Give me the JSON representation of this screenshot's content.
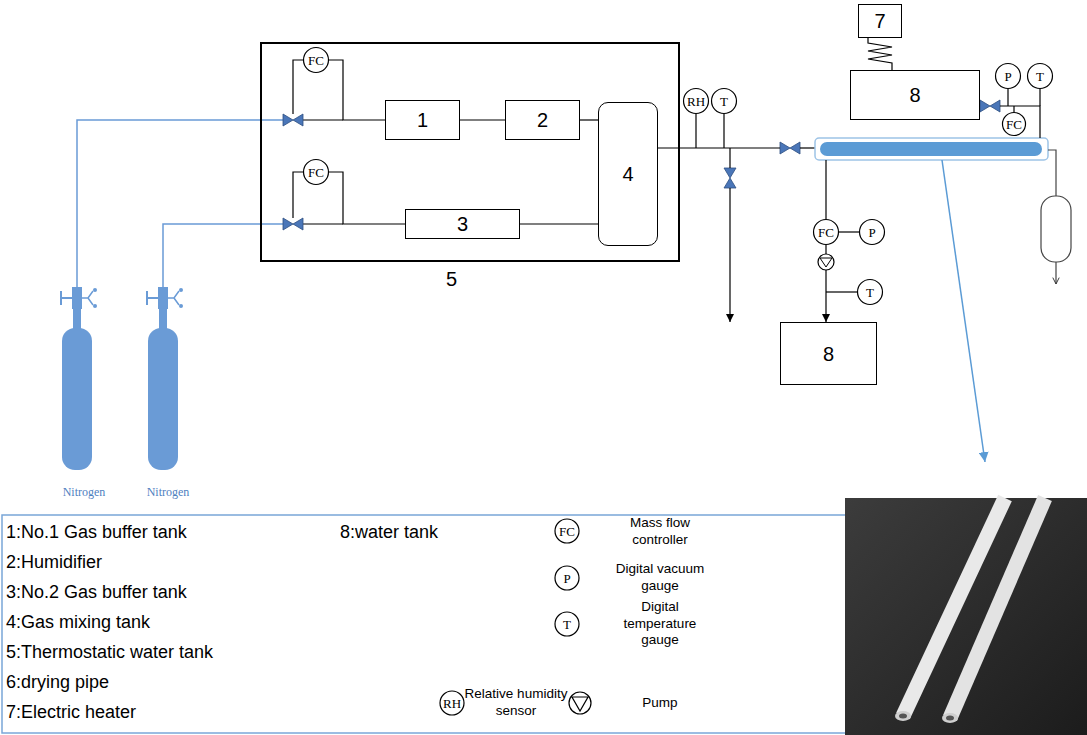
{
  "diagram": {
    "nodes": [
      {
        "text": [
          "5"
        ]
      },
      {
        "text": [
          "FC"
        ],
        "in": 0
      },
      {
        "text": [
          "1"
        ],
        "in": 0
      },
      {
        "text": [
          "2"
        ],
        "in": 0
      },
      {
        "text": [
          "4"
        ],
        "in": 0
      },
      {
        "text": [
          "FC"
        ],
        "in": 0
      },
      {
        "text": [
          "3"
        ],
        "in": 0
      },
      {
        "text": [
          "RH"
        ]
      },
      {
        "text": [
          "T"
        ]
      },
      {
        "text": [
          "7"
        ]
      },
      {
        "text": [
          "8"
        ]
      },
      {
        "text": [
          "P"
        ]
      },
      {
        "text": [
          "T"
        ]
      },
      {
        "text": [
          "FC"
        ]
      },
      {
        "text": [
          "FC"
        ]
      },
      {
        "text": [
          "P"
        ]
      },
      {
        "text": [
          "T"
        ]
      },
      {
        "text": [
          "8"
        ]
      }
    ],
    "edges": [
      {
        "from": 1,
        "to": 2,
        "arrow": "none"
      },
      {
        "from": 2,
        "to": 3,
        "arrow": "none"
      },
      {
        "from": 3,
        "to": 4,
        "arrow": "none"
      },
      {
        "from": 5,
        "to": 6,
        "arrow": "none"
      },
      {
        "from": 6,
        "to": 4,
        "arrow": "none"
      },
      {
        "from": 9,
        "to": 10,
        "arrow": "none"
      }
    ],
    "labels": [
      "Nitrogen",
      "Nitrogen",
      "1:No.1 Gas buffer tank",
      "2:Humidifier",
      "3:No.2 Gas buffer tank",
      "4:Gas mixing tank",
      "5:Thermostatic water tank",
      "6:drying pipe",
      "7:Electric heater",
      "8:water tank",
      "FC",
      "P",
      "T",
      "RH"
    ],
    "legend": [
      {
        "text": "Mass flow controller"
      },
      {
        "text": "Digital vacuum gauge"
      },
      {
        "text": "Digital temperature gauge"
      },
      {
        "text": "Relative humidity sensor"
      },
      {
        "text": "Pump"
      }
    ]
  }
}
